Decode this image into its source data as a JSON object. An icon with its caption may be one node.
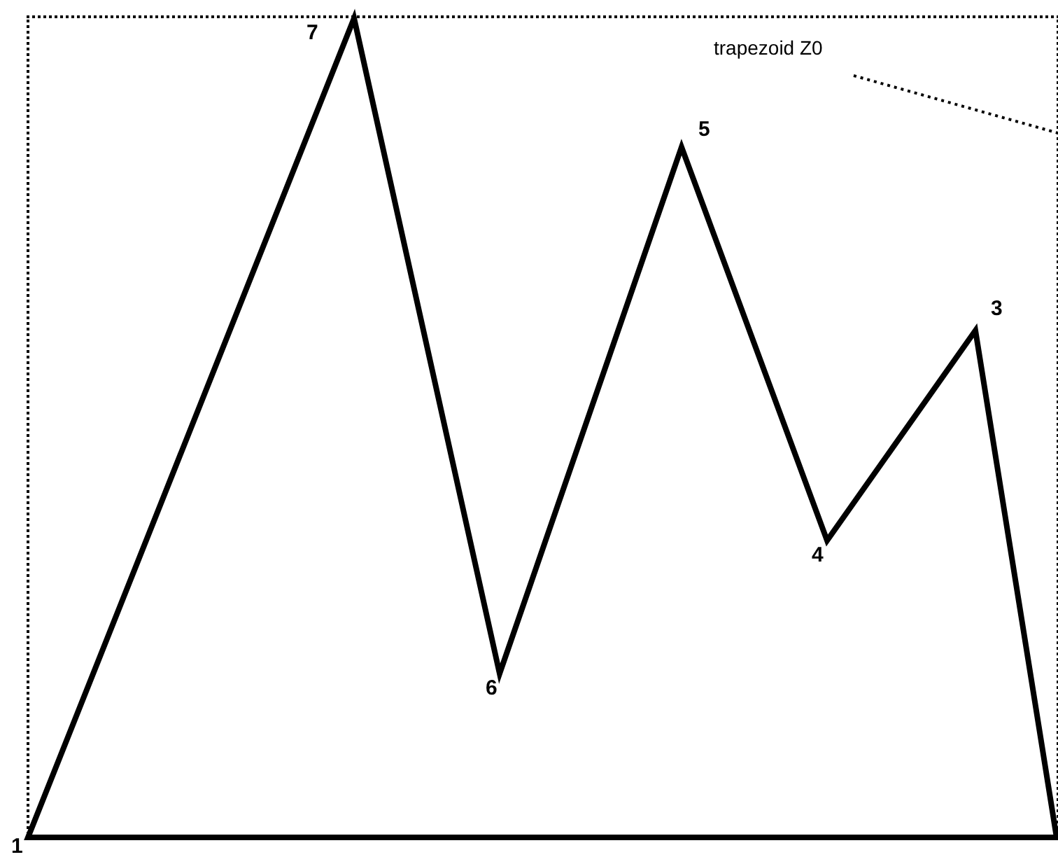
{
  "diagram": {
    "nodes": [
      {
        "text": [],
        "shape": "box"
      },
      {
        "text": [
          "trapezoid Z0"
        ],
        "in": 0
      }
    ],
    "edges": [
      {
        "from": 1,
        "to": 0,
        "arrow": "none",
        "style": "dashed"
      }
    ],
    "labels": [
      "7",
      "5",
      "3",
      "4",
      "6",
      "1"
    ]
  }
}
